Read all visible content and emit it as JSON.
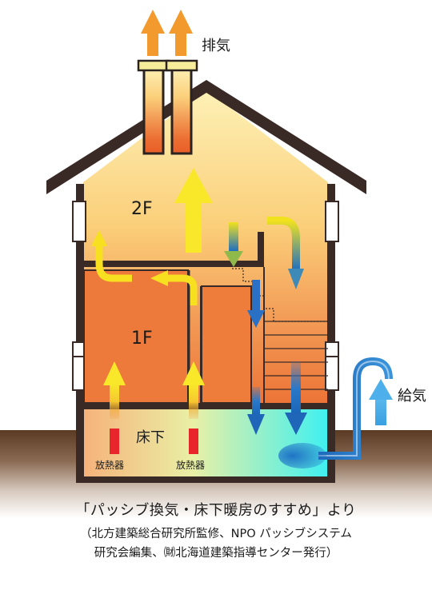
{
  "labels": {
    "exhaust": "排気",
    "supply": "給気",
    "floor2": "2F",
    "floor1": "1F",
    "underfloor": "床下",
    "heater": "放熱器"
  },
  "caption": {
    "line1": "「パッシブ換気・床下暖房のすすめ」より",
    "line2": "（北方建築総合研究所監修、NPO パッシブシステム",
    "line3": "研究会編集、㈶北海道建築指導センター発行）"
  },
  "colors": {
    "warm_arrow": "#f7e020",
    "exhaust_arrow": "#f29a2e",
    "cool_arrow": "#1f6fbf",
    "supply_arrow": "#3aa0e0",
    "heater": "#e8252a",
    "roof": "#3a2a26",
    "ground": "#5a3a22"
  }
}
